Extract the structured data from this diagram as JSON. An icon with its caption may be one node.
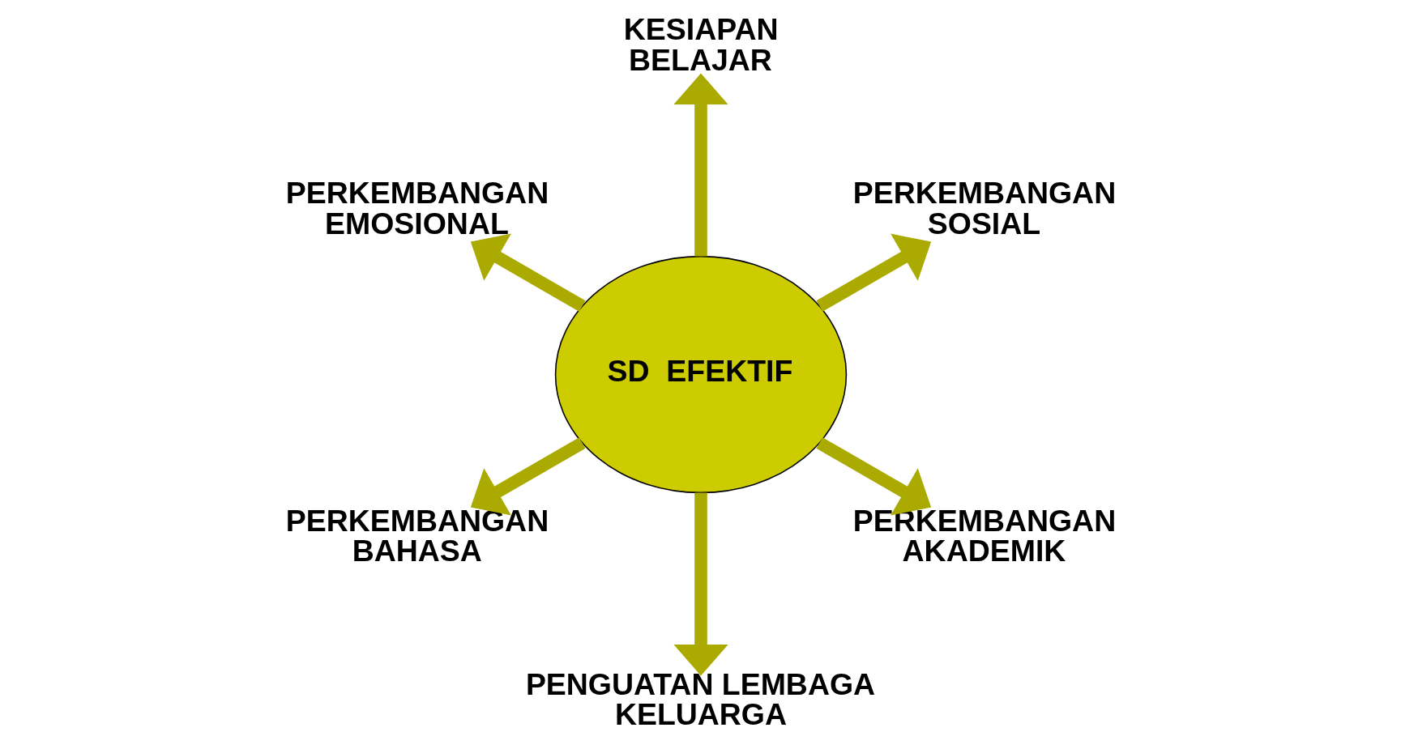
{
  "diagram": {
    "nodes": [
      {
        "text": [
          "SD  EFEKTIF"
        ]
      },
      {
        "text": [
          "PERKEMBANGAN SOSIAL"
        ]
      },
      {
        "text": [
          "KESIAPAN BELAJAR"
        ]
      },
      {
        "text": [
          "PERKEMBANGAN EMOSIONAL"
        ]
      },
      {
        "text": [
          "PERKEMBANGAN BAHASA"
        ]
      },
      {
        "text": [
          "PENGUATAN LEMBAGA KELUARGA"
        ]
      },
      {
        "text": [
          "PERKEMBANGAN AKADEMIK"
        ]
      }
    ],
    "edges": [
      {
        "from": 0,
        "to": 1,
        "arrow": "to"
      },
      {
        "from": 0,
        "to": 2,
        "arrow": "to"
      },
      {
        "from": 0,
        "to": 3,
        "arrow": "to"
      },
      {
        "from": 0,
        "to": 4,
        "arrow": "to"
      },
      {
        "from": 0,
        "to": 5,
        "arrow": "to"
      },
      {
        "from": 0,
        "to": 6,
        "arrow": "to"
      }
    ]
  }
}
